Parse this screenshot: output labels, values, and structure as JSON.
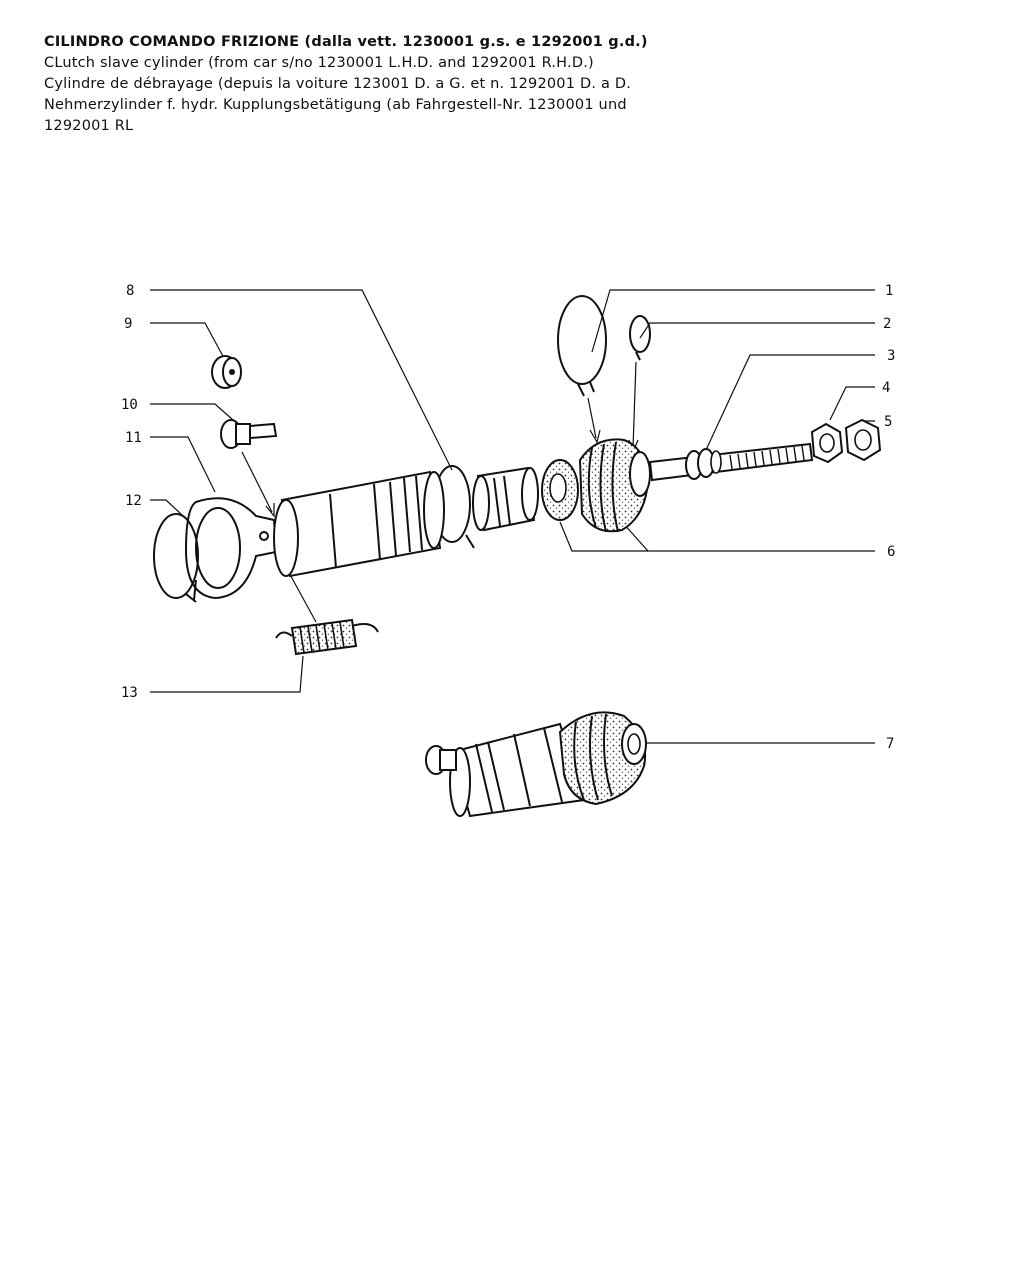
{
  "header": {
    "line_it": "CILINDRO COMANDO FRIZIONE (dalla vett. 1230001 g.s. e 1292001 g.d.)",
    "line_en": "CLutch slave cylinder (from car s/no 1230001 L.H.D. and 1292001 R.H.D.)",
    "line_fr": "Cylindre de débrayage (depuis la voiture 123001 D. a G. et n. 1292001 D. a D.",
    "line_de": "Nehmerzylinder f. hydr. Kupplungsbetätigung (ab Fahrgestell-Nr. 1230001 und",
    "line_de2": "1292001 RL"
  },
  "callouts": {
    "c1": "1",
    "c2": "2",
    "c3": "3",
    "c4": "4",
    "c5": "5",
    "c6": "6",
    "c7": "7",
    "c8": "8",
    "c9": "9",
    "c10": "10",
    "c11": "11",
    "c12": "12",
    "c13": "13"
  }
}
